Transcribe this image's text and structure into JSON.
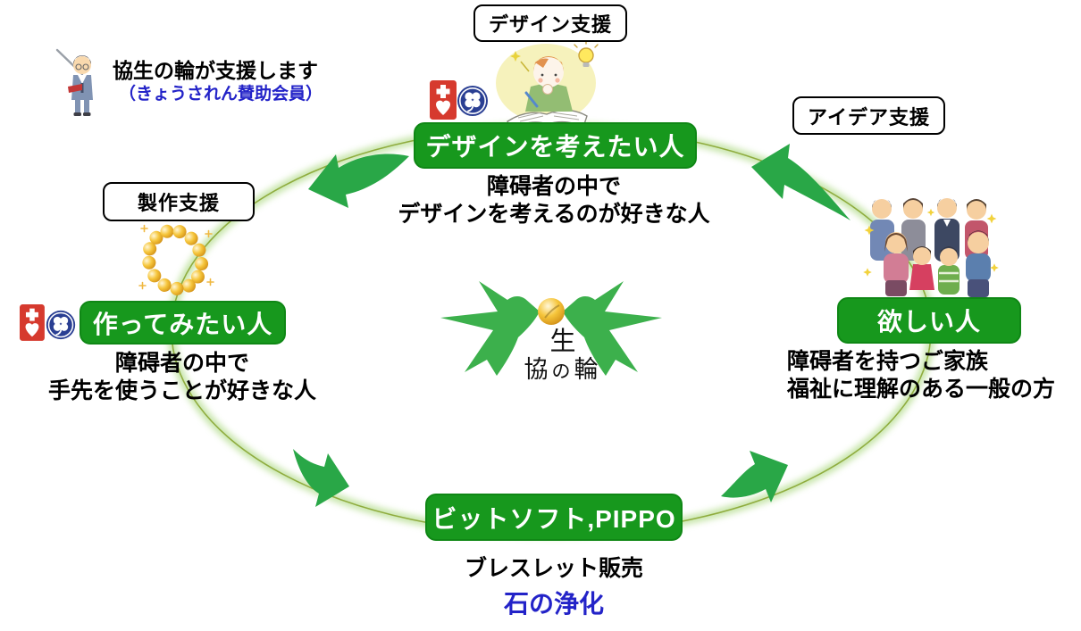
{
  "title_note": {
    "line1": "協生の輪が支援します",
    "line2": "（きょうされん賛助会員）"
  },
  "support_labels": {
    "design": "デザイン支援",
    "idea": "アイデア支援",
    "production": "製作支援"
  },
  "nodes": {
    "designer": {
      "title": "デザインを考えたい人",
      "desc1": "障碍者の中で",
      "desc2": "デザインを考えるのが好きな人"
    },
    "maker": {
      "title": "作ってみたい人",
      "desc1": "障碍者の中で",
      "desc2": "手先を使うことが好きな人"
    },
    "buyer": {
      "title": "欲しい人",
      "desc1": "障碍者を持つご家族",
      "desc2": "福祉に理解のある一般の方"
    },
    "seller": {
      "title": "ビットソフト,PIPPO",
      "desc1": "ブレスレット販売",
      "desc2": "石の浄化"
    }
  },
  "logo": {
    "top": "生",
    "left": "協",
    "middle": "の",
    "right": "輪"
  },
  "icons": {
    "help_mark": "help-mark-icon",
    "clover_mark": "clover-mark-icon"
  },
  "colors": {
    "node_green": "#17981d",
    "arrow_green": "#29a747",
    "ring_line": "#8fac3e",
    "accent_blue": "#2323c8",
    "help_mark_red": "#d63a2e",
    "clover_blue": "#2a3f93",
    "bird_green": "#3cb04c",
    "bead_gold": "#f6c63c"
  }
}
